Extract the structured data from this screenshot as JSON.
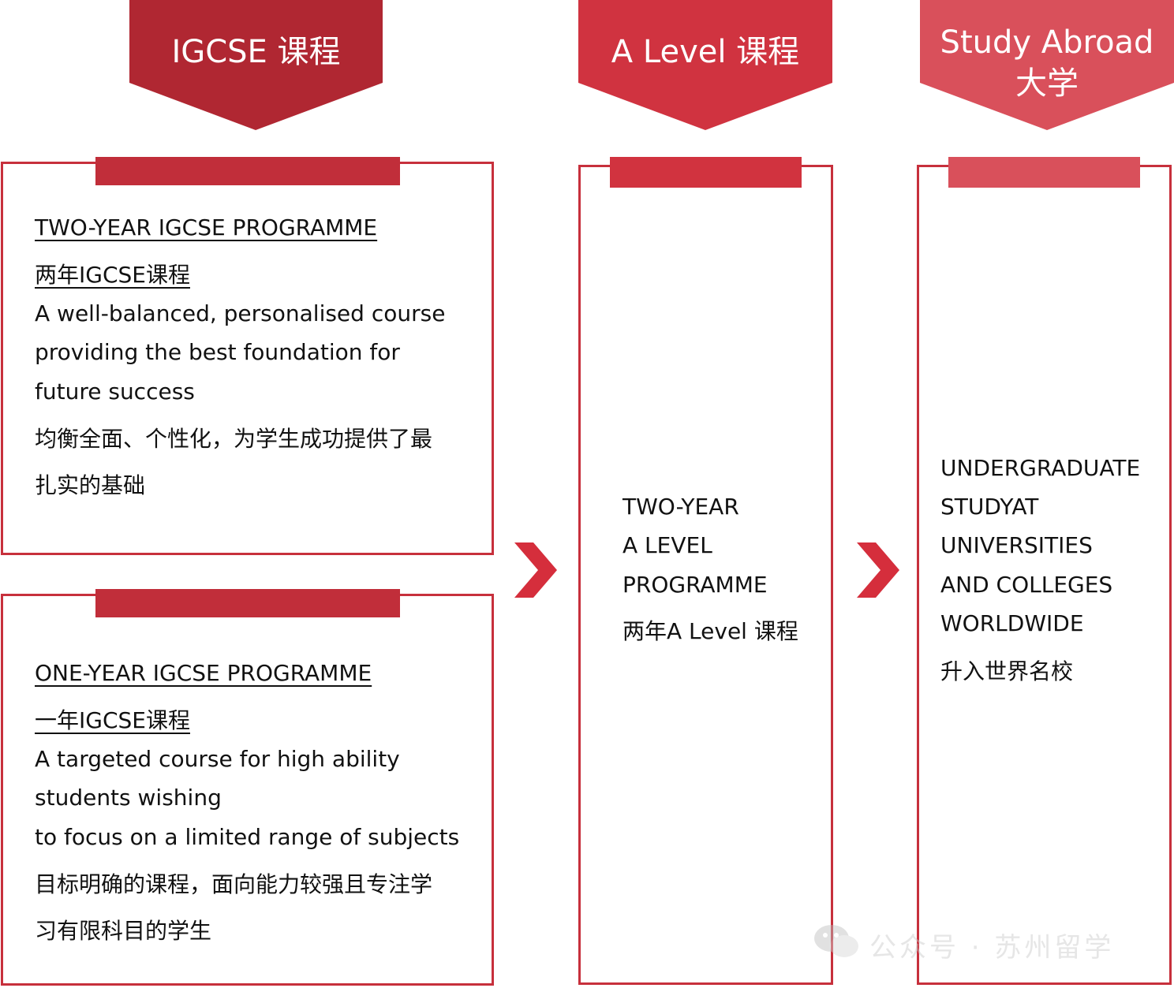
{
  "colors": {
    "banner1": "#b02732",
    "banner2": "#d03340",
    "banner3": "#d9505b",
    "border": "#c7303c",
    "tab1": "#c12e3a",
    "tab2": "#d1333f",
    "tab3": "#d9505b",
    "arrow": "#d52e3c"
  },
  "banners": {
    "igcse": "IGCSE 课程",
    "alevel": "A Level 课程",
    "study_line1": "Study Abroad",
    "study_line2": "大学"
  },
  "two_year": {
    "title": "TWO-YEAR IGCSE PROGRAMME",
    "title_cn": "两年IGCSE课程",
    "desc": [
      "A well-balanced, personalised course",
      "providing the best foundation for",
      "future success"
    ],
    "desc_cn": [
      "均衡全面、个性化，为学生成功提供了最",
      "扎实的基础"
    ]
  },
  "one_year": {
    "title": "ONE-YEAR IGCSE PROGRAMME",
    "title_cn": "一年IGCSE课程",
    "desc": [
      "A targeted course for high ability",
      "students wishing",
      "to focus on a limited range of subjects"
    ],
    "desc_cn": [
      "目标明确的课程，面向能力较强且专注学",
      "习有限科目的学生"
    ]
  },
  "alevel_box": {
    "lines": [
      "TWO-YEAR",
      "A LEVEL",
      "PROGRAMME"
    ],
    "cn": "两年A Level 课程"
  },
  "univ_box": {
    "lines": [
      "UNDERGRADUATE",
      "STUDYAT",
      "UNIVERSITIES",
      "AND COLLEGES",
      "WORLDWIDE"
    ],
    "cn": "升入世界名校"
  },
  "watermark": {
    "icon": "wechat-icon",
    "text": "公众号 · 苏州留学"
  }
}
